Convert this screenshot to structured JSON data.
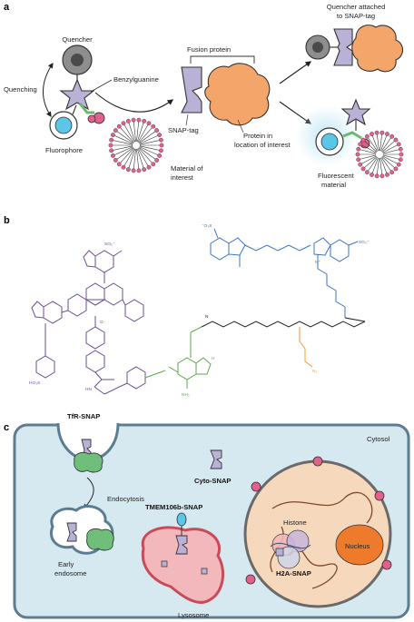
{
  "panels": {
    "a": {
      "letter": "a",
      "labels": {
        "quencher": "Quencher",
        "quenching": "Quenching",
        "benzylguanine": "Benzylguanine",
        "fluorophore": "Fluorophore",
        "material_line1": "Material of",
        "material_line2": "interest",
        "fusion_protein": "Fusion protein",
        "snap_tag": "SNAP-tag",
        "protein_line1": "Protein in",
        "protein_line2": "location of interest",
        "quencher_attached_line1": "Quencher attached",
        "quencher_attached_line2": "to SNAP-tag",
        "fluorescent_line1": "Fluorescent",
        "fluorescent_line2": "material"
      }
    },
    "b": {
      "letter": "b",
      "chem_labels": {
        "so3_top_left": "SO₃⁻",
        "so3_dye_left": "⁻O₃S",
        "so3_dye_right": "SO₃⁻",
        "hosu": "HO₃S",
        "nh": "N",
        "hn": "HN",
        "nh2": "NH₂",
        "n3": "N₃",
        "o": "O",
        "h_ring": "H",
        "n_plus": "N⁺"
      }
    },
    "c": {
      "letter": "c",
      "labels": {
        "tfr_snap": "TfR-SNAP",
        "cyto_snap": "Cyto-SNAP",
        "cytosol": "Cytosol",
        "endocytosis": "Endocytosis",
        "early_line1": "Early",
        "early_line2": "endosome",
        "tmem_snap": "TMEM106b-SNAP",
        "lysosome": "Lysosome",
        "histone": "Histone",
        "nucleus": "Nucleus",
        "h2a_snap": "H2A-SNAP"
      }
    }
  },
  "colors": {
    "snap_tag": "#b9b2d6",
    "protein": "#f4a56a",
    "quencher_gray": "#8e8e8e",
    "fluorophore_cyan": "#5bc6e8",
    "linker_green": "#6ab96a",
    "linker_pink": "#e3608a",
    "dye_purple": "#6e4e96",
    "dye_blue": "#3b73c2",
    "dye_green": "#5aa94a",
    "dye_orange": "#f39a3e",
    "cell_fill": "#d6e9f1",
    "cell_outline": "#5c7d90",
    "nucleus_fill": "#f6d8bc",
    "nucleus_core": "#ee7b2c",
    "lysosome_fill": "#f3b8bb",
    "lysosome_line": "#c94b58"
  }
}
